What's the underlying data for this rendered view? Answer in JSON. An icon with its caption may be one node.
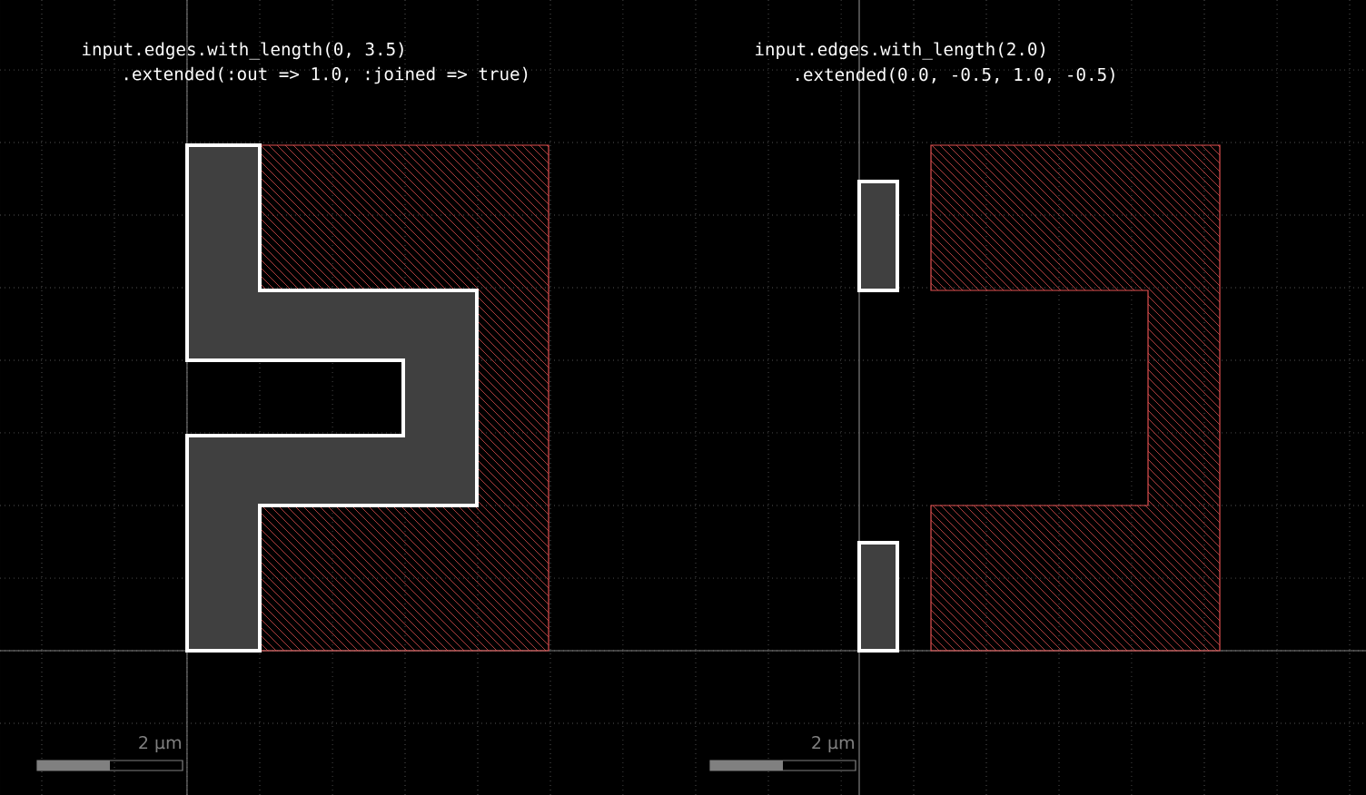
{
  "diagram": {
    "labels": [
      "input.edges.with_length(0, 3.5)",
      ".extended(:out => 1.0, :joined => true)",
      "input.edges.with_length(2.0)",
      ".extended(0.0, -0.5, 1.0, -0.5)",
      "2 µm",
      "2 µm"
    ]
  }
}
